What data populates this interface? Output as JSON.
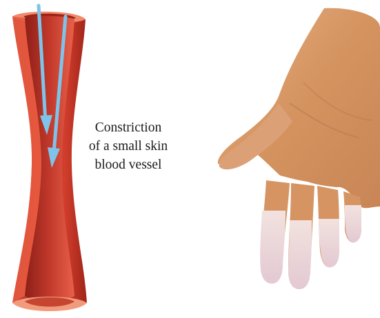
{
  "caption": {
    "line1": "Constriction",
    "line2": "of a small skin",
    "line3": "blood vessel"
  },
  "colors": {
    "vessel_outer": "#d8412e",
    "vessel_inner": "#b8322a",
    "vessel_wall_cut": "#f07a5e",
    "arrow": "#7ec4ea",
    "skin": "#d99a6c",
    "pale_fingertips": "#ecd8dc"
  },
  "icons": {
    "vessel": "blood-vessel-cutaway",
    "arrows": "blood-flow-arrows",
    "hand": "hand-with-pale-fingertips"
  }
}
